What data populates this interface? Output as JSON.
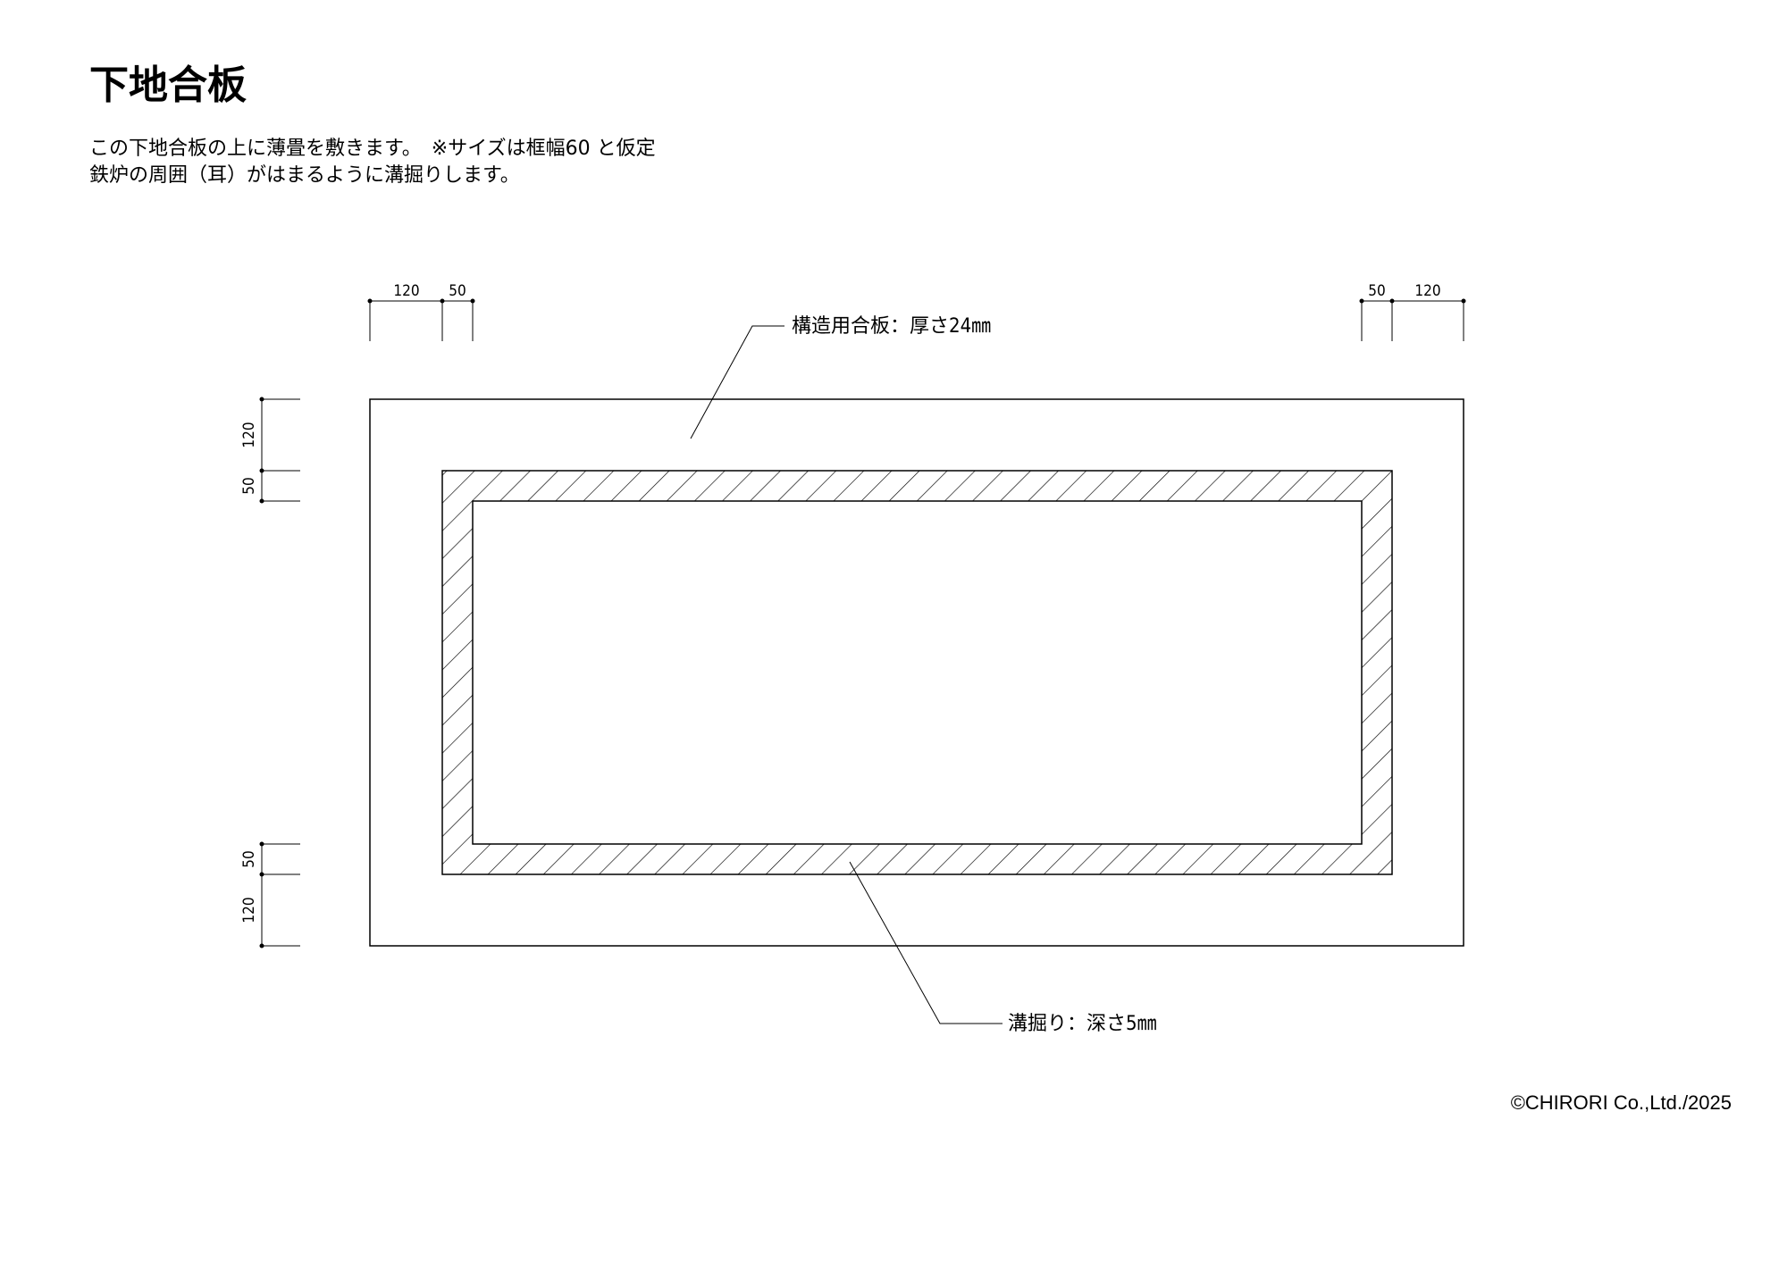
{
  "title": "下地合板",
  "description": {
    "line1": "この下地合板の上に薄畳を敷きます。　※サイズは框幅60 と仮定",
    "line2": "鉄炉の周囲（耳）がはまるように溝掘りします。"
  },
  "dimensions": {
    "top_left": [
      "120",
      "50"
    ],
    "top_right": [
      "50",
      "120"
    ],
    "left_top": [
      "120",
      "50"
    ],
    "left_bottom": [
      "50",
      "120"
    ]
  },
  "labels": {
    "plywood": "構造用合板：厚さ24㎜",
    "groove": "溝掘り：深さ5㎜"
  },
  "copyright": "©CHIRORI Co.,Ltd./2025",
  "colors": {
    "line": "#000000",
    "background": "#ffffff"
  }
}
